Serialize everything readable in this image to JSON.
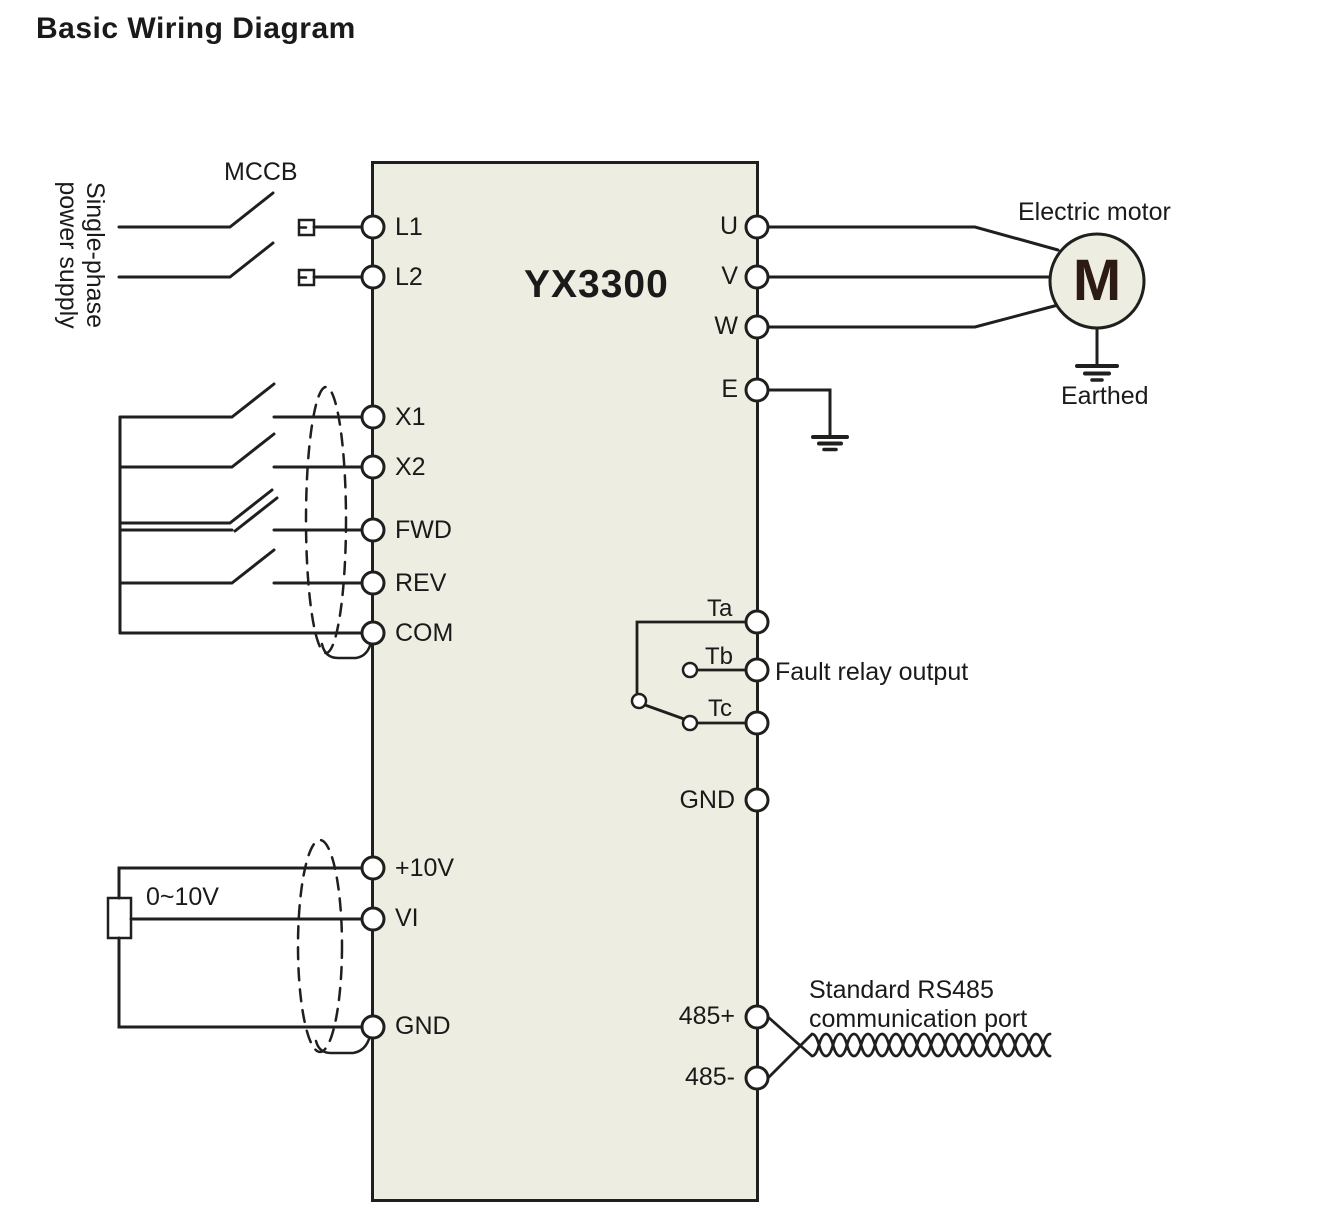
{
  "title": "Basic Wiring Diagram",
  "box": {
    "model": "YX3300"
  },
  "power": {
    "line1": "Single-phase",
    "line2": "power supply",
    "breaker": "MCCB"
  },
  "left_terminals": [
    {
      "label": "L1"
    },
    {
      "label": "L2"
    },
    {
      "label": "X1"
    },
    {
      "label": "X2"
    },
    {
      "label": "FWD"
    },
    {
      "label": "REV"
    },
    {
      "label": "COM"
    },
    {
      "label": "+10V"
    },
    {
      "label": "VI"
    },
    {
      "label": "GND"
    }
  ],
  "right_terminals": [
    {
      "label": "U"
    },
    {
      "label": "V"
    },
    {
      "label": "W"
    },
    {
      "label": "E"
    },
    {
      "label": "Ta"
    },
    {
      "label": "Tb"
    },
    {
      "label": "Tc"
    },
    {
      "label": "GND"
    },
    {
      "label": "485+"
    },
    {
      "label": "485-"
    }
  ],
  "annotations": {
    "analog_range": "0~10V",
    "fault_relay": "Fault relay output",
    "rs485_line1": "Standard RS485",
    "rs485_line2": "communication port",
    "electric_motor": "Electric motor",
    "motor_letter": "M",
    "earthed": "Earthed"
  },
  "colors": {
    "line": "#1f201d",
    "box_fill": "#eeede1",
    "motor_m": "#2b1b12",
    "text": "#1a1a1a"
  }
}
